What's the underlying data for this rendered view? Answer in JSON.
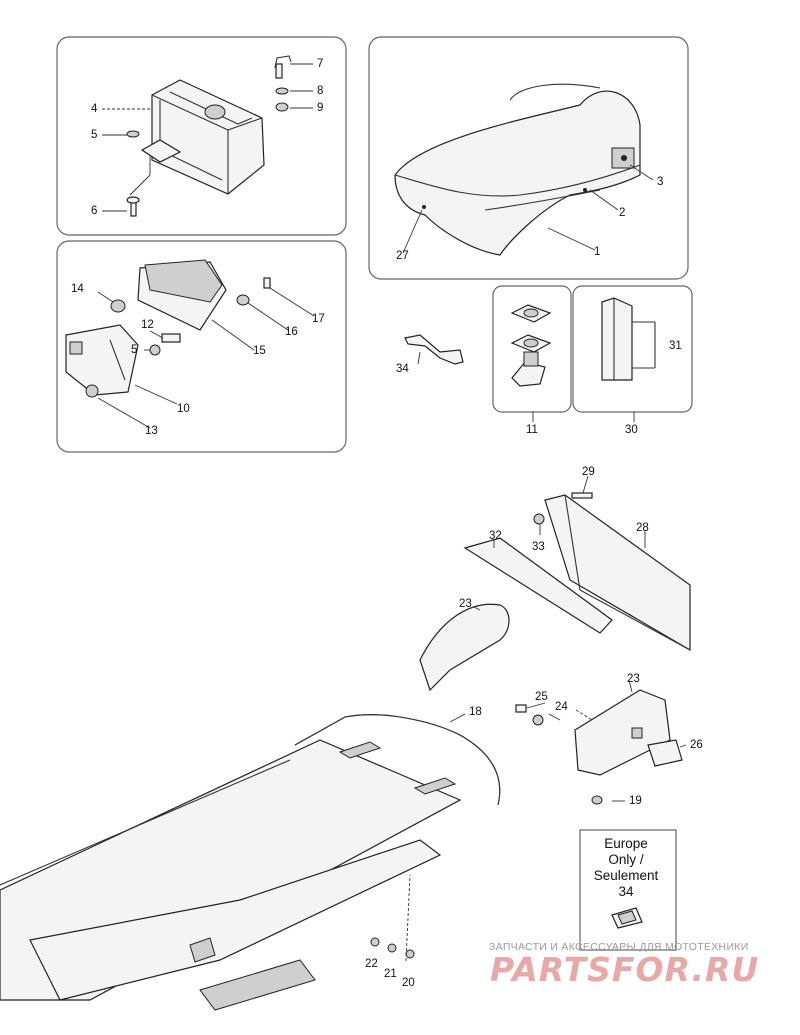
{
  "callouts": [
    {
      "id": "c1",
      "label": "1"
    },
    {
      "id": "c2",
      "label": "2"
    },
    {
      "id": "c3",
      "label": "3"
    },
    {
      "id": "c4",
      "label": "4"
    },
    {
      "id": "c5a",
      "label": "5"
    },
    {
      "id": "c5b",
      "label": "5"
    },
    {
      "id": "c6",
      "label": "6"
    },
    {
      "id": "c7",
      "label": "7"
    },
    {
      "id": "c8",
      "label": "8"
    },
    {
      "id": "c9",
      "label": "9"
    },
    {
      "id": "c10",
      "label": "10"
    },
    {
      "id": "c11",
      "label": "11"
    },
    {
      "id": "c12",
      "label": "12"
    },
    {
      "id": "c13",
      "label": "13"
    },
    {
      "id": "c14",
      "label": "14"
    },
    {
      "id": "c15",
      "label": "15"
    },
    {
      "id": "c16",
      "label": "16"
    },
    {
      "id": "c17",
      "label": "17"
    },
    {
      "id": "c18",
      "label": "18"
    },
    {
      "id": "c19",
      "label": "19"
    },
    {
      "id": "c20",
      "label": "20"
    },
    {
      "id": "c21",
      "label": "21"
    },
    {
      "id": "c22",
      "label": "22"
    },
    {
      "id": "c23a",
      "label": "23"
    },
    {
      "id": "c23b",
      "label": "23"
    },
    {
      "id": "c24",
      "label": "24"
    },
    {
      "id": "c25",
      "label": "25"
    },
    {
      "id": "c26",
      "label": "26"
    },
    {
      "id": "c27",
      "label": "27"
    },
    {
      "id": "c28",
      "label": "28"
    },
    {
      "id": "c29",
      "label": "29"
    },
    {
      "id": "c30",
      "label": "30"
    },
    {
      "id": "c31",
      "label": "31"
    },
    {
      "id": "c32",
      "label": "32"
    },
    {
      "id": "c33",
      "label": "33"
    },
    {
      "id": "c34a",
      "label": "34"
    }
  ],
  "europe_note": {
    "line1": "Europe",
    "line2": "Only /",
    "line3": "Seulement",
    "part_number": "34"
  },
  "watermark": {
    "caption": "ЗАПЧАСТИ И АКСЕССУАРЫ ДЛЯ МОТОТЕХНИКИ",
    "logo": "PARTSFOR.RU"
  }
}
